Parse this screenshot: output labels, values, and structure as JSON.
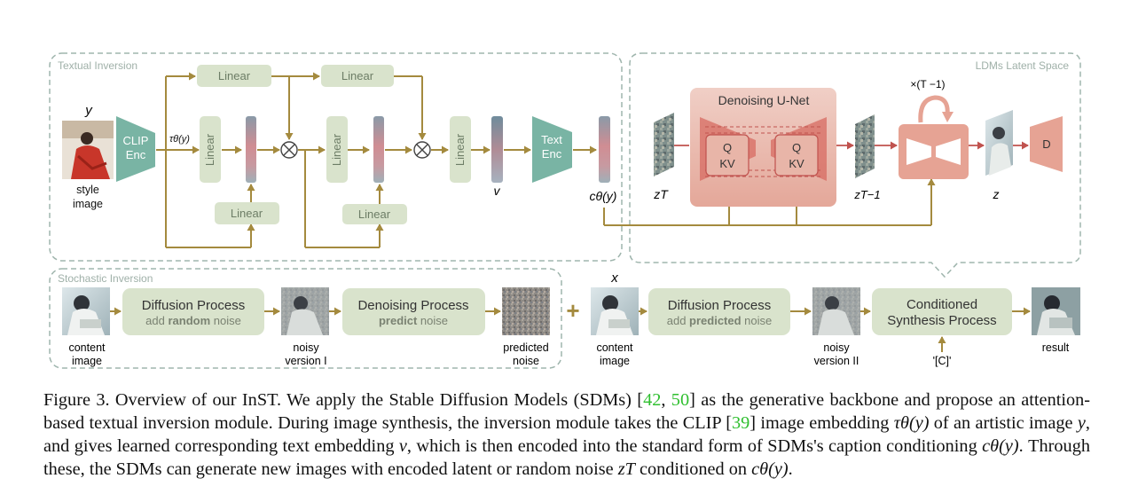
{
  "figure": {
    "regions": {
      "textual_inversion": "Textual Inversion",
      "latent_space": "LDMs Latent Space",
      "stochastic_inversion": "Stochastic Inversion"
    },
    "textual": {
      "y_label": "y",
      "style_image_label_1": "style",
      "style_image_label_2": "image",
      "clip_enc_1": "CLIP",
      "clip_enc_2": "Enc",
      "tau_label": "τθ(y)",
      "linear": "Linear",
      "v_label": "v",
      "text_enc_1": "Text",
      "text_enc_2": "Enc",
      "c_label": "cθ(y)"
    },
    "latent": {
      "unet_title": "Denoising U-Net",
      "q": "Q",
      "kv": "KV",
      "zT": "zT",
      "zT1": "zT−1",
      "z": "z",
      "repeat": "×(T −1)",
      "decoder": "D"
    },
    "stochastic": {
      "diffusion_title": "Diffusion Process",
      "diffusion_sub_pre": "add ",
      "diffusion_sub_bold": "random",
      "diffusion_sub_post": " noise",
      "denoising_title": "Denoising Process",
      "denoising_sub_bold": "predict",
      "denoising_sub_post": " noise",
      "content_1": "content",
      "content_2": "image",
      "noisy1_1": "noisy",
      "noisy1_2": "version I",
      "pred_1": "predicted",
      "pred_2": "noise"
    },
    "synthesis": {
      "x_label": "x",
      "diffusion_title": "Diffusion Process",
      "diffusion_sub_pre": "add ",
      "diffusion_sub_bold": "predicted",
      "diffusion_sub_post": " noise",
      "content_1": "content",
      "content_2": "image",
      "noisy2_1": "noisy",
      "noisy2_2": "version II",
      "cond_1": "Conditioned",
      "cond_2": "Synthesis Process",
      "c_token": "'[C]'",
      "result": "result",
      "plus": "+"
    }
  },
  "caption": {
    "lead": "Figure 3.  Overview of our InST. We apply the Stable Diffusion Models (SDMs) [",
    "ref1": "42",
    "sep1": ", ",
    "ref2": "50",
    "mid1": "] as the generative backbone and propose an attention-based textual inversion module. During image synthesis, the inversion module takes the CLIP  [",
    "ref3": "39",
    "mid2": "] image embedding ",
    "tau": "τθ(y)",
    "mid3": " of an artistic image ",
    "y": "y",
    "mid4": ", and gives learned corresponding text embedding ",
    "v": "v",
    "mid5": ", which is then encoded into the standard form of SDMs's caption conditioning ",
    "c1": "cθ(y)",
    "mid6": ". Through these, the SDMs can generate new images with encoded latent or random noise ",
    "zT": "zT",
    "mid7": " conditioned on ",
    "c2": "cθ(y)",
    "end": "."
  },
  "colors": {
    "olive_arrow": "#a48a3e",
    "green_box": "#d9e3cc",
    "green_text": "#6d7d66",
    "teal": "#79b4a4",
    "red_line": "#c0524e",
    "salmon": "#e6a394",
    "ref_green": "#2fbf2f"
  }
}
